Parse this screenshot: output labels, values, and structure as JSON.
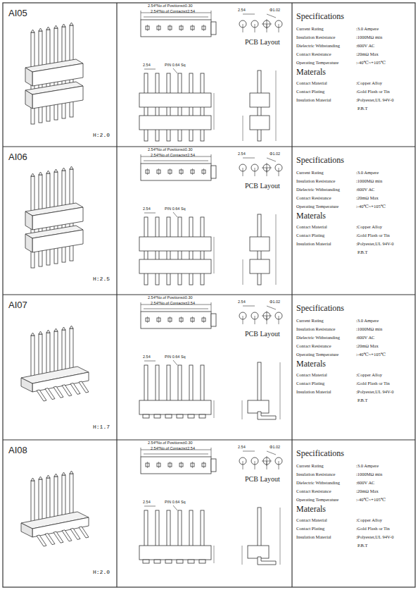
{
  "diagram": {
    "labels": [
      "AI05",
      "H:2.0",
      "2.54*No.of Positions±0.30",
      "2.54*No.of Contacts±2.54",
      "2.54",
      "Φ1.02",
      "PCB Layout",
      "2.54",
      "PIN 0.64 Sq",
      "Specifications",
      "Current Rating",
      ":3.0 Ampere",
      "Insulation Resistance",
      ":1000MΩ min",
      "Dielectric Withstanding",
      ":600V AC",
      "Contact Resistance",
      ":20mΩ Max",
      "Operating Temperature",
      ":-40℃~+105℃",
      "Materals",
      "Contact Material",
      ":Copper Alloy",
      "Contact Plating",
      ":Gold Flash or Tin",
      "Insulation Material",
      ":Polyester,UL 94V-0",
      "P.B.T",
      "AI06",
      "H:2.5",
      "2.54*No.of Positions±0.30",
      "2.54*No.of Contacts±2.54",
      "2.54",
      "Φ1.02",
      "PCB Layout",
      "2.54",
      "PIN 0.64 Sq",
      "Specifications",
      "Current Rating",
      ":3.0 Ampere",
      "Insulation Resistance",
      ":1000MΩ min",
      "Dielectric Withstanding",
      ":600V AC",
      "Contact Resistance",
      ":20mΩ Max",
      "Operating Temperature",
      ":-40℃~+105℃",
      "Materals",
      "Contact Material",
      ":Copper Alloy",
      "Contact Plating",
      ":Gold Flash or Tin",
      "Insulation Material",
      ":Polyester,UL 94V-0",
      "P.B.T",
      "AI07",
      "H:1.7",
      "2.54*No.of Positions±0.30",
      "2.54*No.of Contacts±2.54",
      "2.54",
      "Φ1.02",
      "PCB Layout",
      "2.54",
      "PIN 0.64 Sq",
      "Specifications",
      "Current Rating",
      ":3.0 Ampere",
      "Insulation Resistance",
      ":1000MΩ min",
      "Dielectric Withstanding",
      ":600V AC",
      "Contact Resistance",
      ":20mΩ Max",
      "Operating Temperature",
      ":-40℃~+105℃",
      "Materals",
      "Contact Material",
      ":Copper Alloy",
      "Contact Plating",
      ":Gold Flash or Tin",
      "Insulation Material",
      ":Polyester,UL 94V-0",
      "P.B.T",
      "AI08",
      "H:2.0",
      "2.54*No.of Positions±0.30",
      "2.54*No.of Contacts±2.54",
      "2.54",
      "Φ1.02",
      "PCB Layout",
      "2.54",
      "PIN 0.64 Sq",
      "Specifications",
      "Current Rating",
      ":3.0 Ampere",
      "Insulation Resistance",
      ":1000MΩ min",
      "Dielectric Withstanding",
      ":600V AC",
      "Contact Resistance",
      ":20mΩ Max",
      "Operating Temperature",
      ":-40℃~+105℃",
      "Materals",
      "Contact Material",
      ":Copper Alloy",
      "Contact Plating",
      ":Gold Flash or Tin",
      "Insulation Material",
      ":Polyester,UL 94V-0",
      "P.B.T"
    ]
  }
}
